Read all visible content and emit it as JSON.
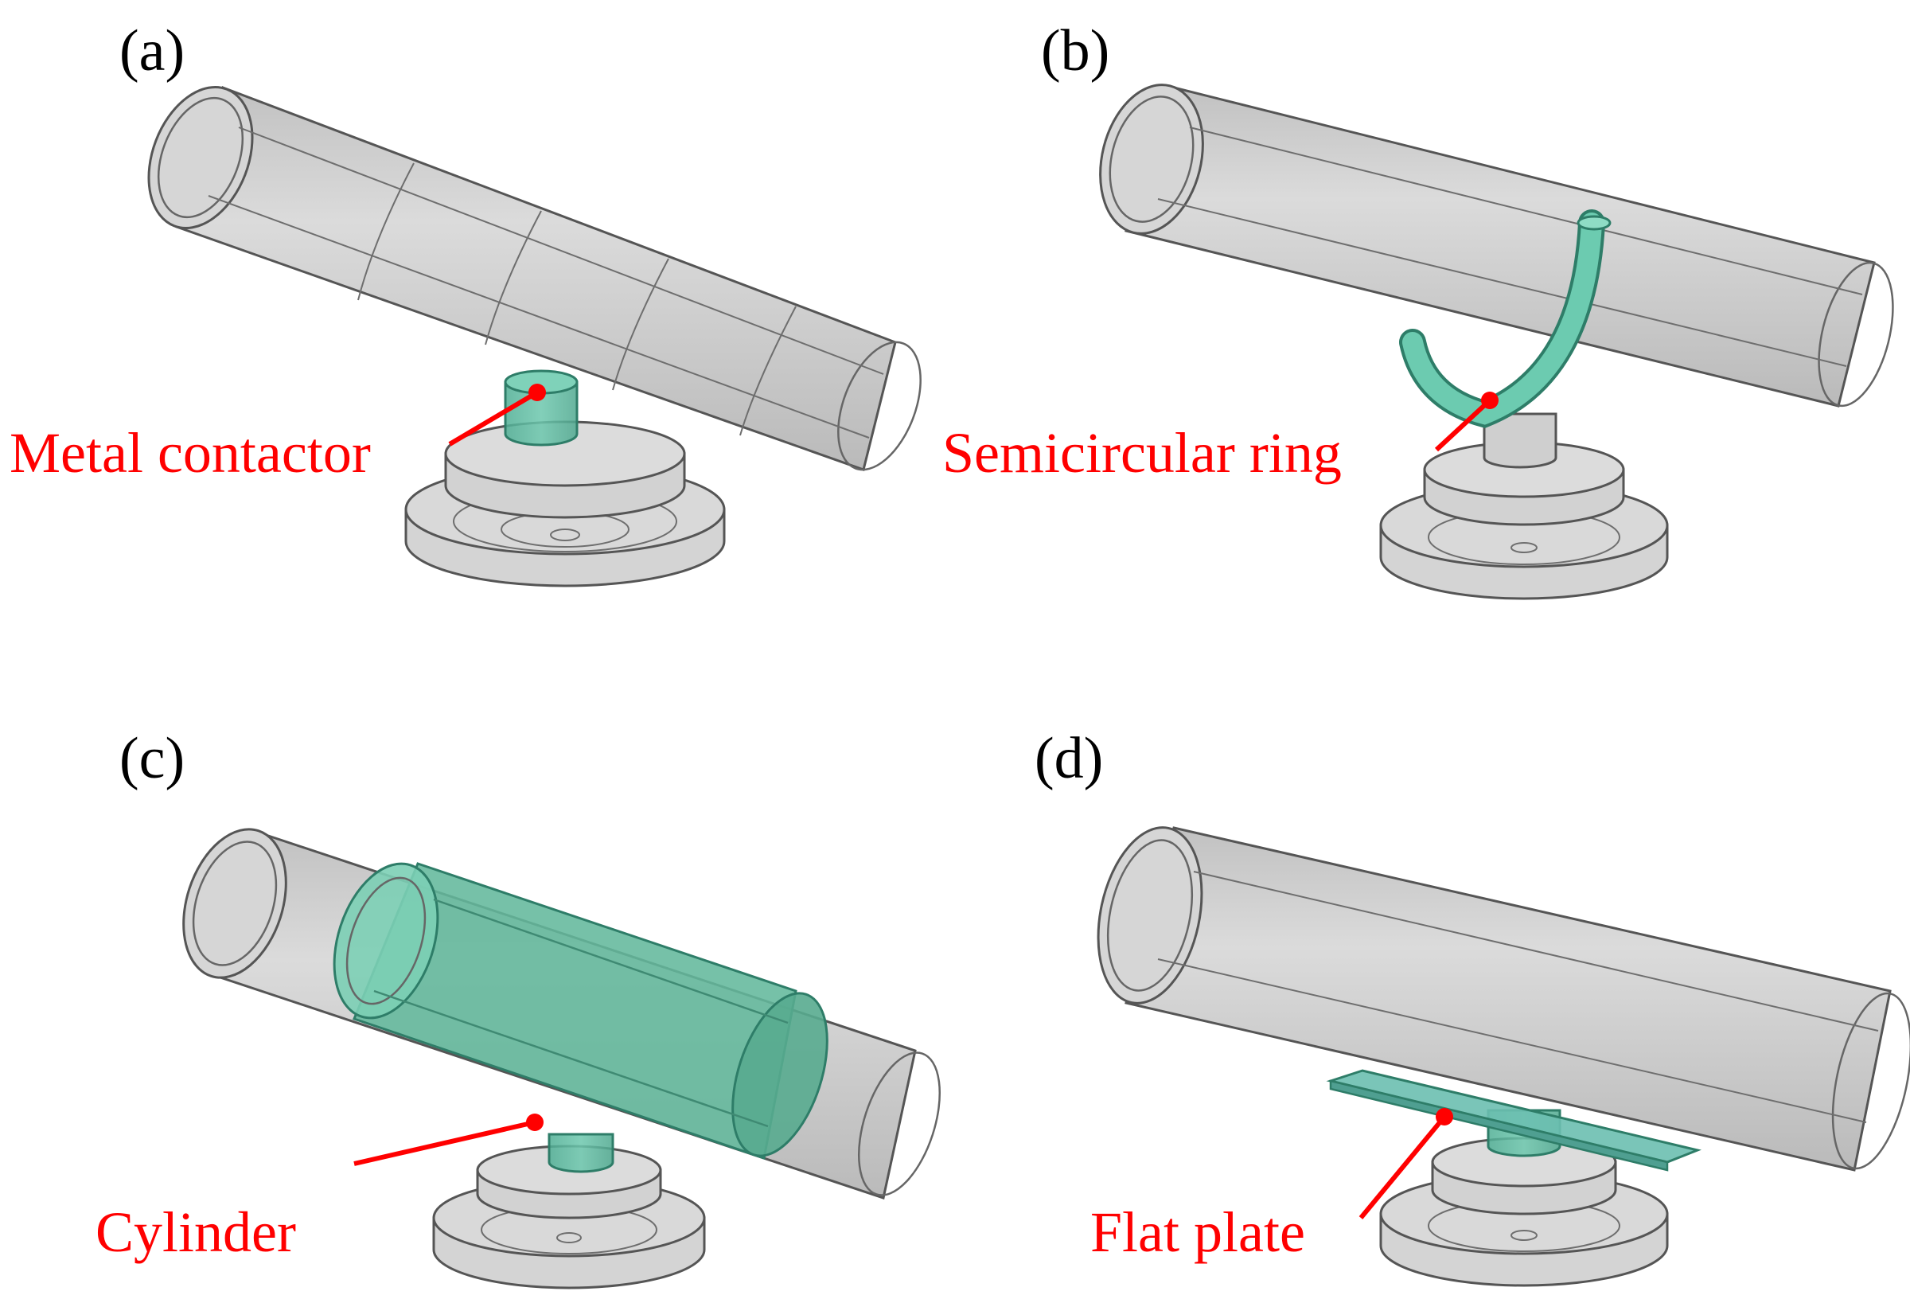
{
  "panels": [
    {
      "label": "(a)",
      "callout": "Metal contactor"
    },
    {
      "label": "(b)",
      "callout": "Semicircular ring"
    },
    {
      "label": "(c)",
      "callout": "Cylinder"
    },
    {
      "label": "(d)",
      "callout": "Flat plate"
    }
  ],
  "colors": {
    "gray": "#c9c9c9",
    "teal": "#5fc2a6",
    "callout": "#ff0000"
  }
}
